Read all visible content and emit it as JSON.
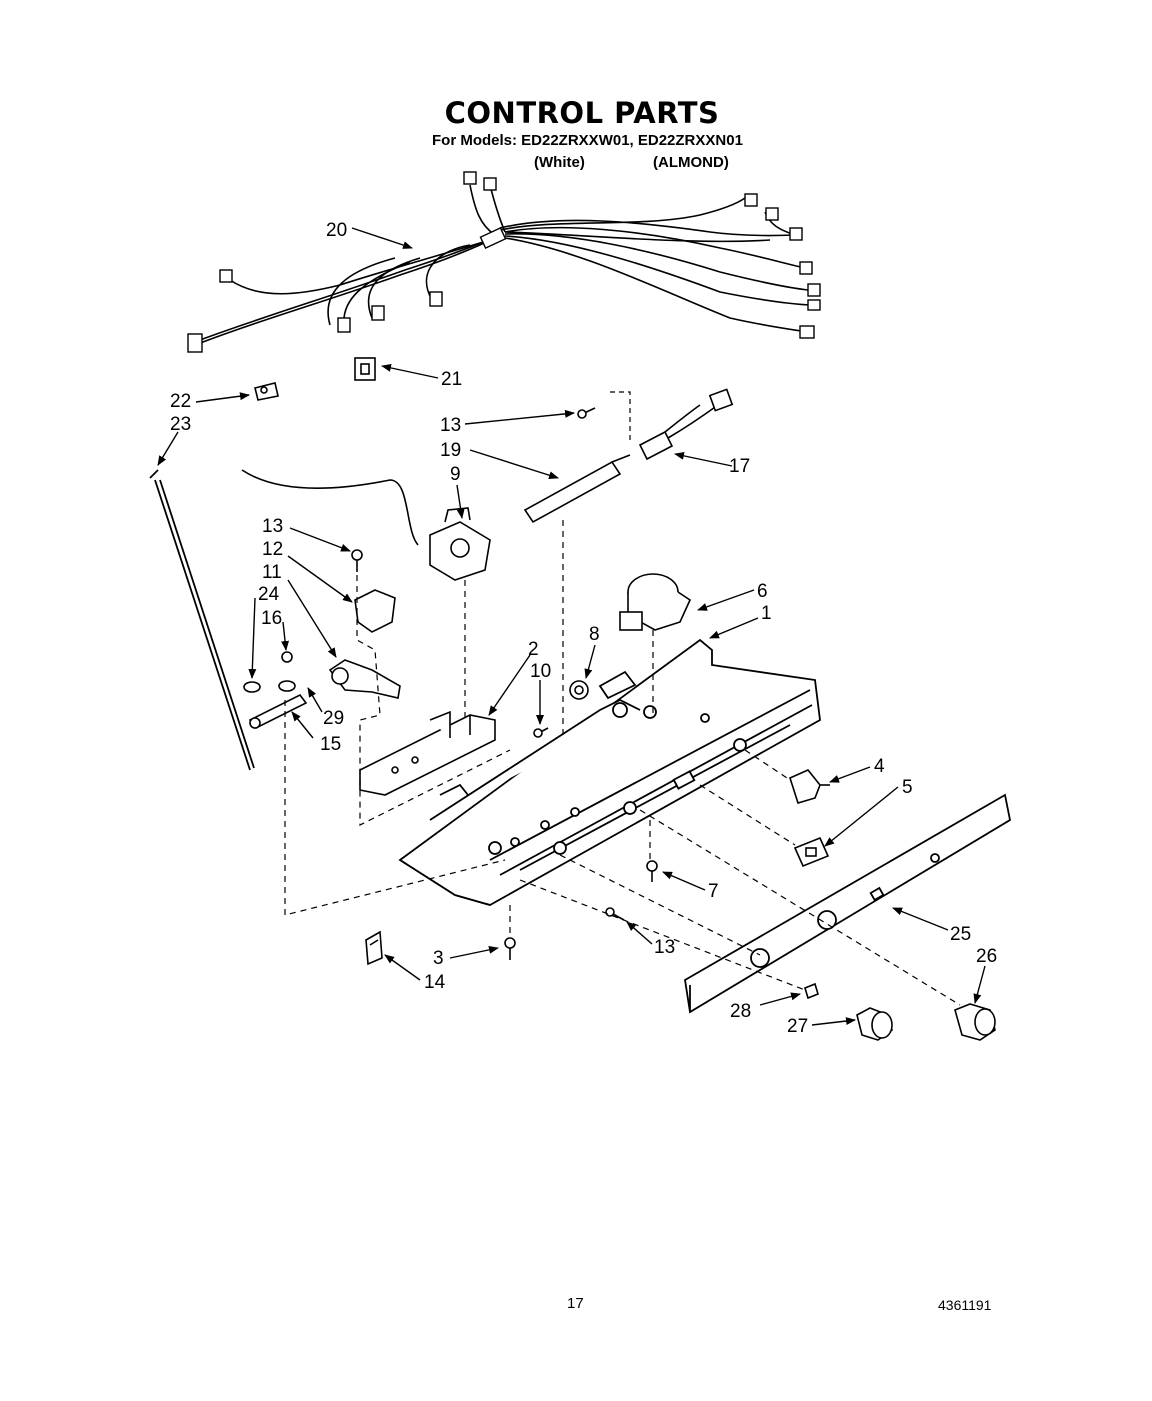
{
  "header": {
    "title": "CONTROL PARTS",
    "models_line": "For Models: ED22ZRXXW01, ED22ZRXXN01",
    "variant_white": "(White)",
    "variant_almond": "(ALMOND)"
  },
  "callouts": {
    "c1": "1",
    "c2": "2",
    "c3": "3",
    "c4": "4",
    "c5": "5",
    "c6": "6",
    "c7": "7",
    "c8": "8",
    "c9": "9",
    "c10": "10",
    "c11": "11",
    "c12": "12",
    "c13a": "13",
    "c13b": "13",
    "c13c": "13",
    "c14": "14",
    "c15": "15",
    "c16": "16",
    "c17": "17",
    "c19": "19",
    "c20": "20",
    "c21": "21",
    "c22": "22",
    "c23": "23",
    "c24": "24",
    "c25": "25",
    "c26": "26",
    "c27": "27",
    "c28": "28",
    "c29": "29"
  },
  "footer": {
    "page_number": "17",
    "doc_code": "4361191"
  }
}
